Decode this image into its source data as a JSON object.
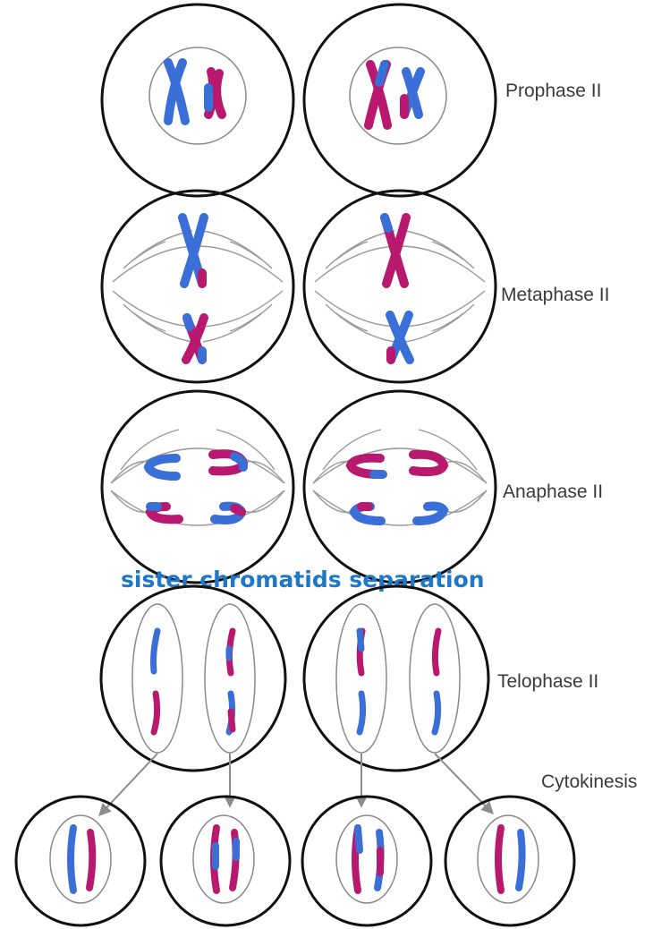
{
  "labels": {
    "prophase": "Prophase II",
    "metaphase": "Metaphase II",
    "anaphase": "Anaphase II",
    "separation": "sister chromatids separation",
    "telophase": "Telophase II",
    "cytokinesis": "Cytokinesis"
  },
  "colors": {
    "blue": "#3a6fd8",
    "magenta": "#b8196e",
    "outline": "#111111",
    "spindle": "#9a9a9a",
    "arrow": "#8c8c8c",
    "caption": "#1f78c6"
  }
}
